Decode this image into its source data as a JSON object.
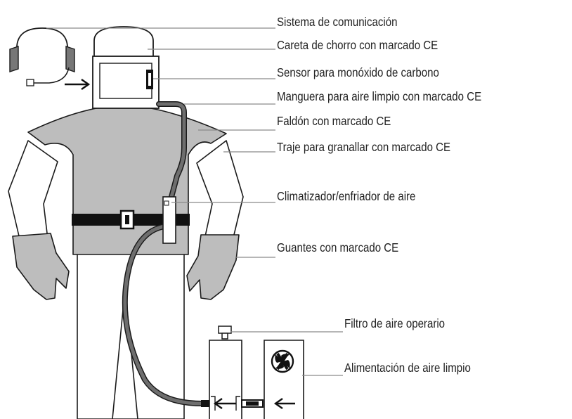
{
  "colors": {
    "line": "#8a8a8a",
    "outline": "#1a1a1a",
    "garment_fill": "#bdbdbd",
    "belt": "#111111",
    "hose": "#6e6e6e",
    "text": "#222222"
  },
  "labels": [
    {
      "id": "comm",
      "text": "Sistema de comunicación"
    },
    {
      "id": "helmet",
      "text": "Careta de chorro con marcado CE"
    },
    {
      "id": "co_sensor",
      "text": "Sensor para monóxido de carbono"
    },
    {
      "id": "hose",
      "text": "Manguera para aire limpio con marcado CE"
    },
    {
      "id": "cape",
      "text": "Faldón con marcado CE"
    },
    {
      "id": "suit",
      "text": "Traje para granallar con marcado CE"
    },
    {
      "id": "climate",
      "text": "Climatizador/enfriador de aire"
    },
    {
      "id": "gloves",
      "text": "Guantes con marcado CE"
    },
    {
      "id": "filter",
      "text": "Filtro de aire operario"
    },
    {
      "id": "supply",
      "text": "Alimentación de aire limpio"
    }
  ]
}
